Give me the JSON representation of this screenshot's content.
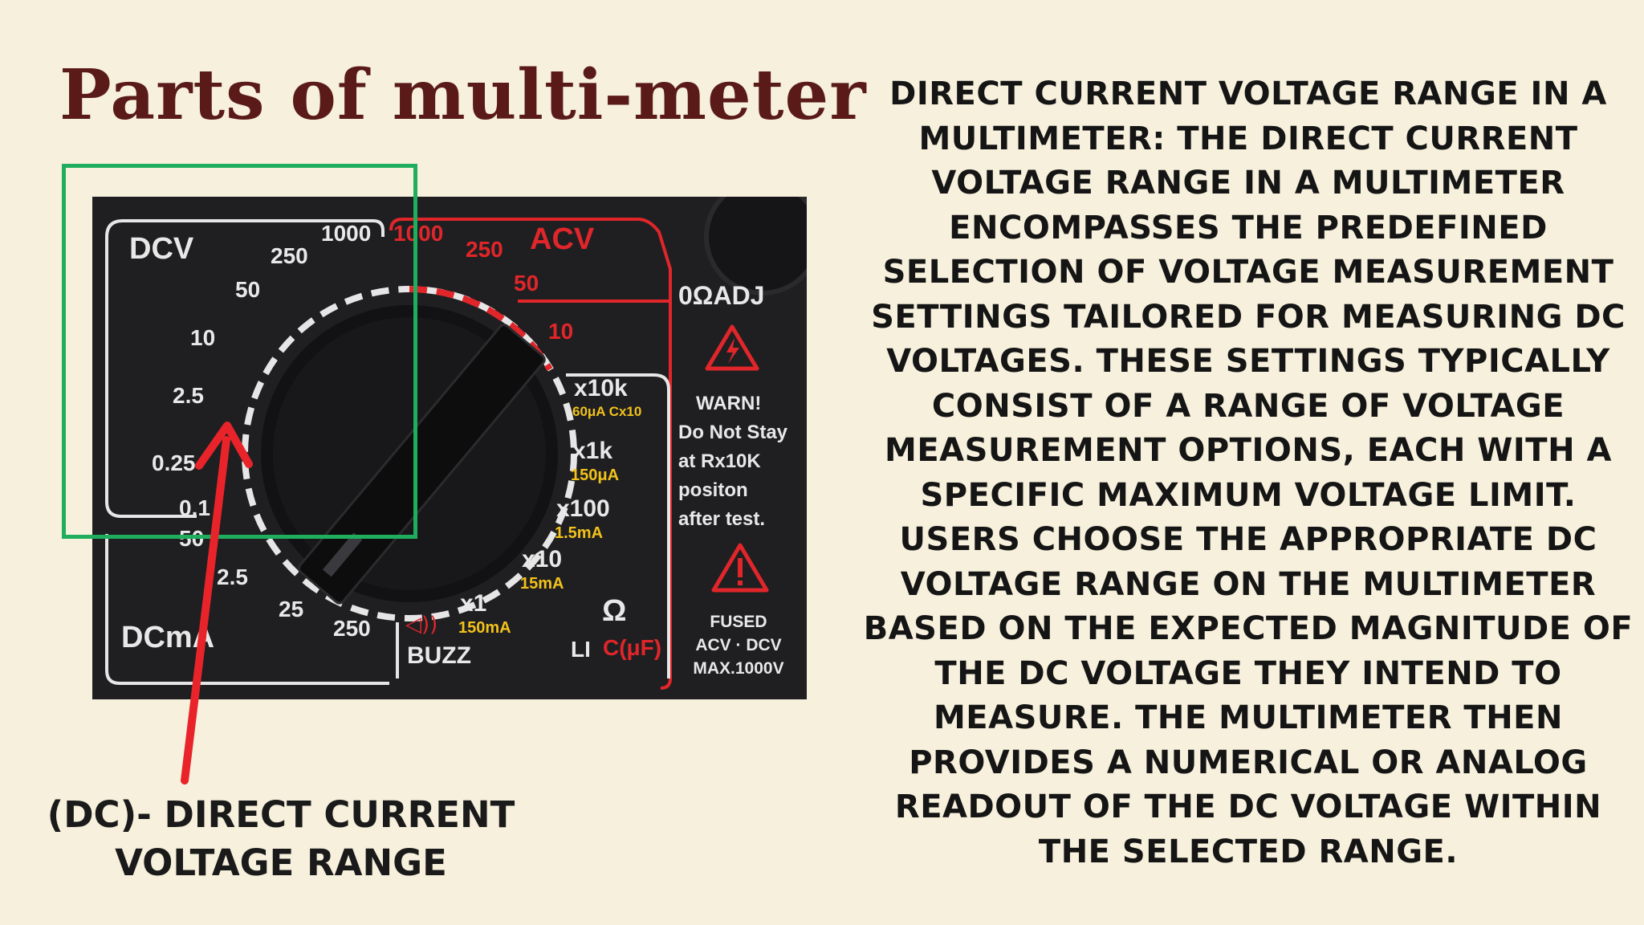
{
  "title": "Parts of multi-meter",
  "description": "DIRECT CURRENT VOLTAGE RANGE IN A MULTIMETER: THE DIRECT CURRENT VOLTAGE RANGE IN A MULTIMETER ENCOMPASSES THE PREDEFINED SELECTION OF VOLTAGE MEASUREMENT SETTINGS TAILORED FOR MEASURING DC VOLTAGES. THESE SETTINGS TYPICALLY CONSIST OF A RANGE OF VOLTAGE MEASUREMENT OPTIONS, EACH WITH A SPECIFIC MAXIMUM VOLTAGE LIMIT. USERS CHOOSE THE APPROPRIATE DC VOLTAGE RANGE ON THE MULTIMETER BASED ON THE EXPECTED MAGNITUDE OF THE DC VOLTAGE THEY INTEND TO MEASURE. THE MULTIMETER THEN PROVIDES A NUMERICAL OR ANALOG READOUT OF THE DC VOLTAGE WITHIN THE SELECTED RANGE.",
  "caption_line1": "(DC)- DIRECT CURRENT",
  "caption_line2": "VOLTAGE RANGE",
  "colors": {
    "background": "#f6f0dc",
    "title": "#5a1a18",
    "highlight_box": "#1fae5e",
    "arrow": "#e8242a",
    "panel": "#1f1f22",
    "accent_red": "#e0262a",
    "accent_yellow": "#f2c21a"
  },
  "meter": {
    "dcv_label": "DCV",
    "dcv_values": [
      "1000",
      "250",
      "50",
      "10",
      "2.5",
      "0.25",
      "0.1"
    ],
    "acv_label": "ACV",
    "acv_values": [
      "1000",
      "250",
      "50",
      "10"
    ],
    "zero_adj": "0ΩADJ",
    "ohm_ranges": [
      {
        "label": "x10k",
        "sub": "60μA Cx10"
      },
      {
        "label": "x1k",
        "sub": "150μA"
      },
      {
        "label": "x100",
        "sub": "1.5mA"
      },
      {
        "label": "x10",
        "sub": "15mA"
      },
      {
        "label": "x1",
        "sub": "150mA"
      }
    ],
    "dcma_label": "DCmA",
    "dcma_values": [
      "50",
      "2.5",
      "25",
      "250"
    ],
    "buzz_label": "BUZZ",
    "buzz_icon": "speaker-icon",
    "ohm_symbol": "Ω",
    "li_label": "LI",
    "cap_label": "C(μF)",
    "warn_lines": [
      "WARN!",
      "Do Not Stay",
      "at Rx10K",
      "positon",
      "after test."
    ],
    "fused_lines": [
      "FUSED",
      "ACV · DCV",
      "MAX.1000V"
    ],
    "warning_icon": "warning-triangle-icon",
    "lightning_icon": "lightning-warning-icon"
  }
}
